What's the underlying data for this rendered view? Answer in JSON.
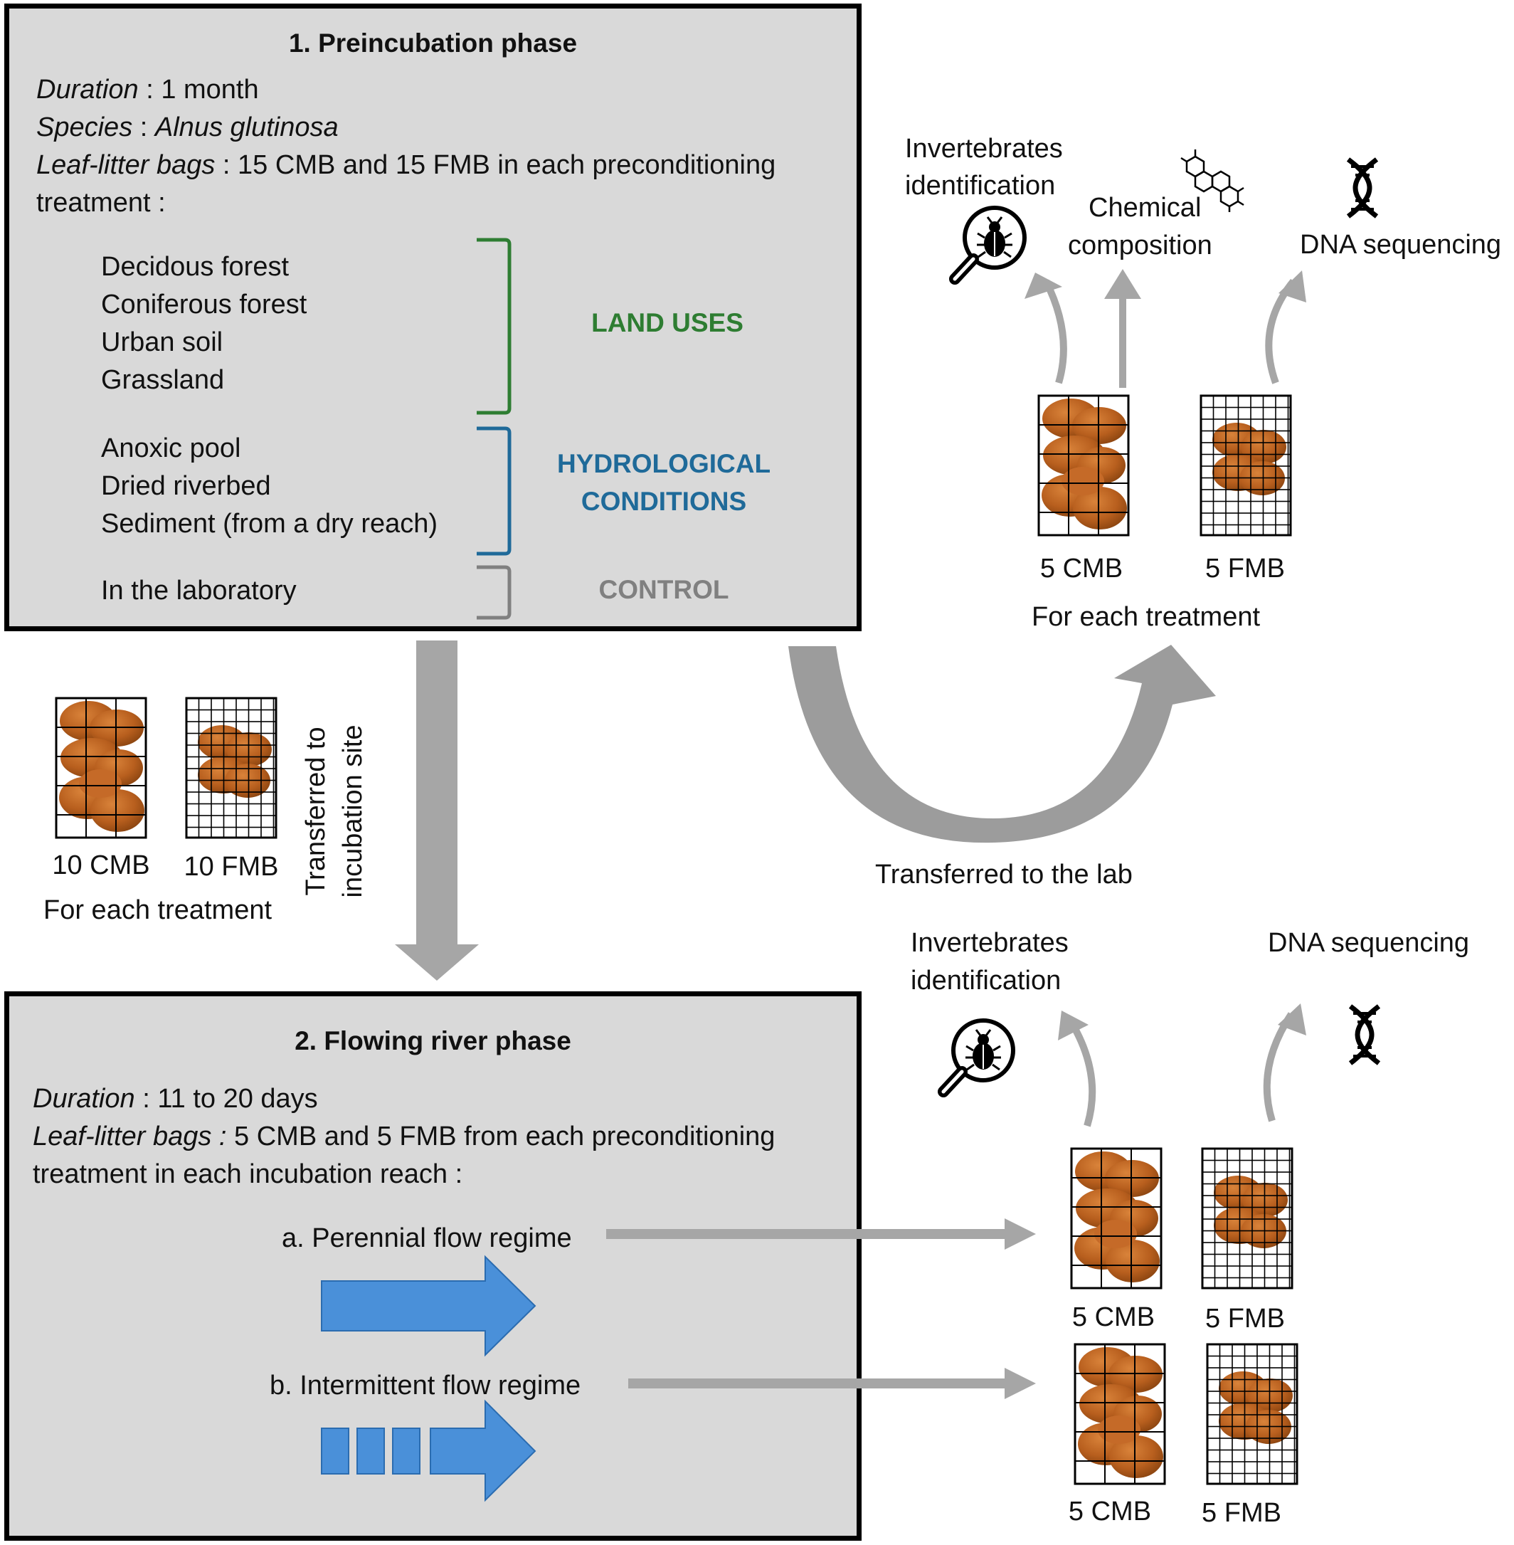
{
  "panel1": {
    "title": "1. Preincubation phase",
    "duration_label": "Duration",
    "duration_value": " : 1 month",
    "species_label": "Species",
    "species_sep": " : ",
    "species_value": "Alnus glutinosa",
    "bags_label": "Leaf-litter bags",
    "bags_value": " : 15 CMB and 15 FMB in each preconditioning",
    "bags_value_line2": "treatment :",
    "land_uses": [
      "Decidous forest",
      "Coniferous forest",
      "Urban soil",
      "Grassland"
    ],
    "hydrological": [
      "Anoxic pool",
      "Dried riverbed",
      "Sediment (from a dry reach)"
    ],
    "control_item": "In the laboratory",
    "cat_land_uses": "LAND USES",
    "cat_hydro_1": "HYDROLOGICAL",
    "cat_hydro_2": "CONDITIONS",
    "cat_control": "CONTROL",
    "colors": {
      "land_uses": "#2e7d32",
      "hydrological": "#1f6a99",
      "control": "#808080"
    }
  },
  "panel2": {
    "title": "2. Flowing river phase",
    "duration_label": "Duration",
    "duration_value": " : 11 to 20 days",
    "bags_label": "Leaf-litter bags :",
    "bags_value": " 5 CMB and 5 FMB from each preconditioning",
    "bags_value_line2": "treatment in each incubation reach :",
    "regime_a": "a. Perennial flow regime",
    "regime_b": "b. Intermittent flow regime",
    "flow_color": "#4a90d9"
  },
  "middle": {
    "cmb": "10 CMB",
    "fmb": "10 FMB",
    "for_each": "For each treatment",
    "transfer_1": "Transferred to",
    "transfer_2": "incubation site"
  },
  "lab": {
    "transfer": "Transferred to the lab",
    "invert_1": "Invertebrates",
    "invert_2": "identification",
    "chem_1": "Chemical",
    "chem_2": "composition",
    "dna": "DNA sequencing",
    "cmb": "5 CMB",
    "fmb": "5 FMB",
    "for_each": "For each treatment"
  },
  "river": {
    "invert_1": "Invertebrates",
    "invert_2": "identification",
    "dna": "DNA sequencing",
    "cmb_a": "5 CMB",
    "fmb_a": "5 FMB",
    "cmb_b": "5 CMB",
    "fmb_b": "5 FMB"
  },
  "icons": [
    "magnifier-bug-icon",
    "molecule-icon",
    "dna-icon",
    "leaf-litter-bag-icon",
    "flow-arrow-icon"
  ]
}
